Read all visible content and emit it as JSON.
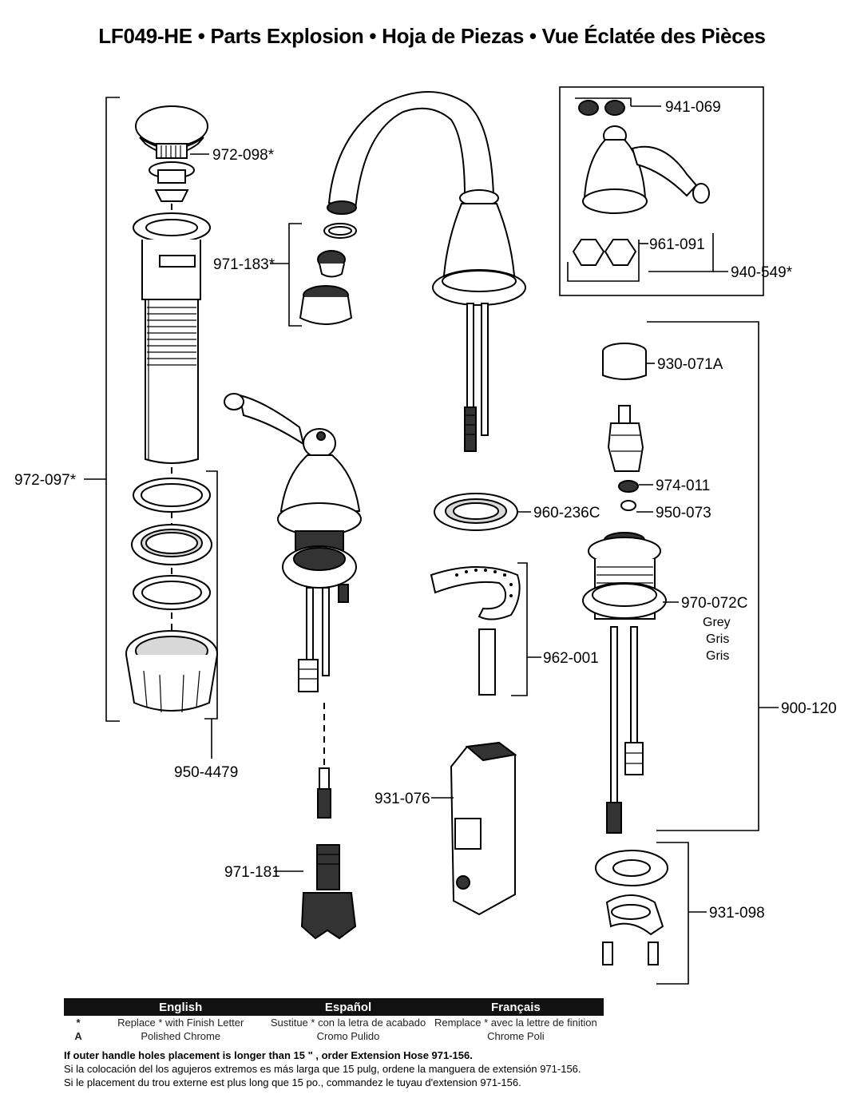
{
  "title": "LF049-HE  • Parts Explosion • Hoja de Piezas • Vue Éclatée des Pièces",
  "parts": {
    "p972_098": "972-098*",
    "p971_183": "971-183*",
    "p941_069": "941-069",
    "p961_091": "961-091",
    "p940_549": "940-549*",
    "p930_071A": "930-071A",
    "p974_011": "974-011",
    "p950_073": "950-073",
    "p960_236C": "960-236C",
    "p970_072C": "970-072C",
    "p970_072C_grey_en": "Grey",
    "p970_072C_grey_es": "Gris",
    "p970_072C_grey_fr": "Gris",
    "p962_001": "962-001",
    "p900_120": "900-120",
    "p972_097": "972-097*",
    "p950_4479": "950-4479",
    "p931_076": "931-076",
    "p971_181": "971-181",
    "p931_098": "931-098"
  },
  "legend": {
    "headers": [
      "English",
      "Español",
      "Français"
    ],
    "rows": [
      {
        "key": "*",
        "en": "Replace * with Finish Letter",
        "es": "Sustitue * con la letra de acabado",
        "fr": "Remplace * avec la lettre de finition"
      },
      {
        "key": "A",
        "en": "Polished Chrome",
        "es": "Cromo Pulido",
        "fr": "Chrome Poli"
      }
    ]
  },
  "notes": {
    "en": "If outer handle holes placement is longer than 15 \" , order Extension Hose  971-156.",
    "es": "Si la colocación del los agujeros extremos es más larga que 15 pulg, ordene la manguera de extensión 971-156.",
    "fr": "Si le placement du trou externe est plus long que 15 po., commandez le tuyau d'extension 971-156."
  }
}
